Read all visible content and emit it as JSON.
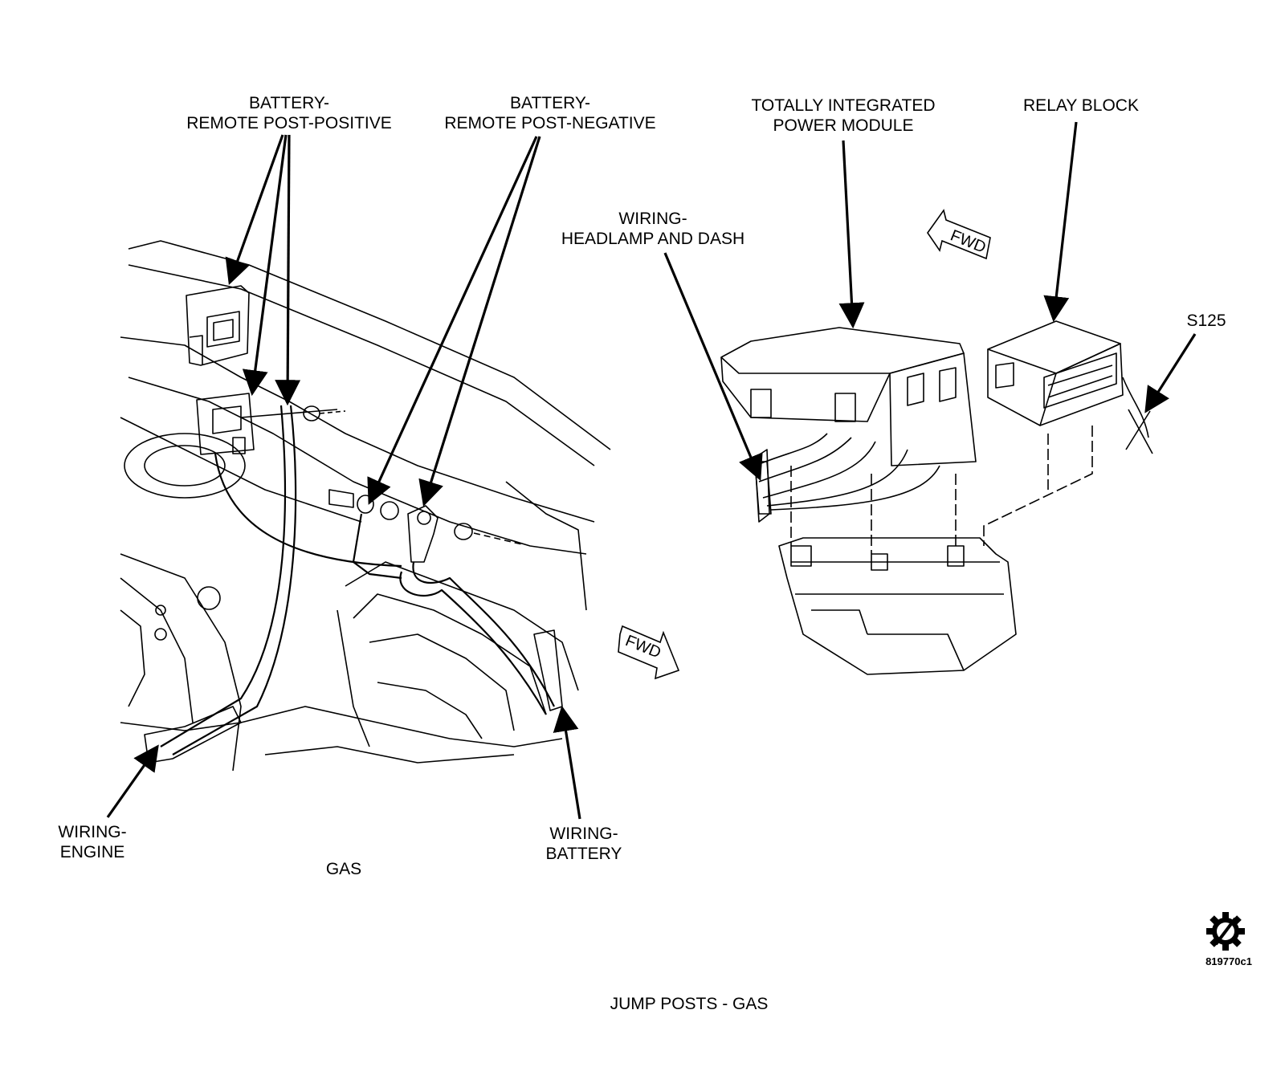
{
  "labels": {
    "battery_remote_post_positive": [
      "BATTERY-",
      "REMOTE POST-POSITIVE"
    ],
    "battery_remote_post_negative": [
      "BATTERY-",
      "REMOTE POST-NEGATIVE"
    ],
    "totally_integrated_power_module": [
      "TOTALLY INTEGRATED",
      "POWER MODULE"
    ],
    "relay_block": "RELAY BLOCK",
    "wiring_headlamp_and_dash": [
      "WIRING-",
      "HEADLAMP AND DASH"
    ],
    "s125": "S125",
    "wiring_engine": [
      "WIRING-",
      "ENGINE"
    ],
    "wiring_battery": [
      "WIRING-",
      "BATTERY"
    ],
    "gas": "GAS",
    "fwd_upper": "FWD",
    "fwd_lower": "FWD"
  },
  "figure_id": "819770c1",
  "caption": "JUMP POSTS - GAS",
  "colors": {
    "line": "#000000",
    "background": "#ffffff"
  },
  "icons": {
    "service_symbol": "gear-with-slash-icon"
  }
}
